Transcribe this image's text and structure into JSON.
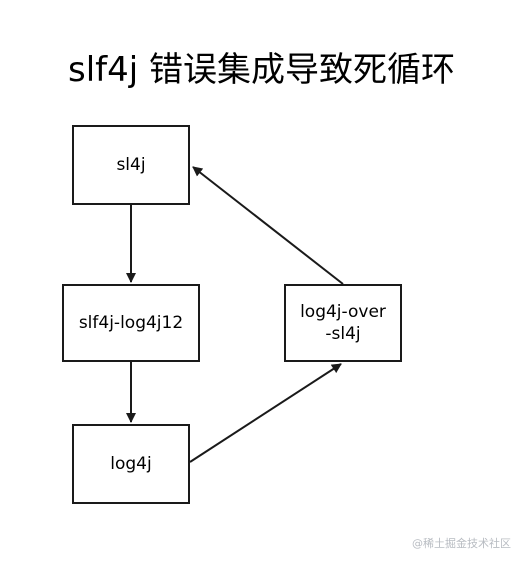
{
  "title": "slf4j 错误集成导致死循环",
  "nodes": {
    "sl4j": "sl4j",
    "bridge": "slf4j-log4j12",
    "log4j": "log4j",
    "over": "log4j-over\n-sl4j"
  },
  "edges": [
    {
      "from": "sl4j",
      "to": "slf4j-log4j12"
    },
    {
      "from": "slf4j-log4j12",
      "to": "log4j"
    },
    {
      "from": "log4j",
      "to": "log4j-over-sl4j"
    },
    {
      "from": "log4j-over-sl4j",
      "to": "sl4j"
    }
  ],
  "watermark": "@稀土掘金技术社区"
}
